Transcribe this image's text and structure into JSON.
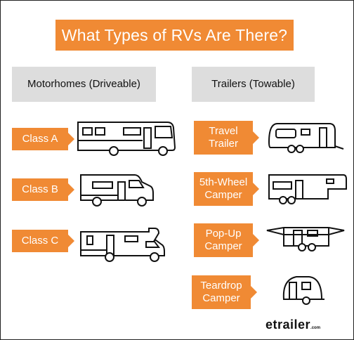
{
  "title": "What Types of RVs Are There?",
  "columns": {
    "left": "Motorhomes (Driveable)",
    "right": "Trailers (Towable)"
  },
  "motorhomes": [
    {
      "label": "Class A",
      "icon": "class-a-motorhome-icon"
    },
    {
      "label": "Class B",
      "icon": "class-b-motorhome-icon"
    },
    {
      "label": "Class C",
      "icon": "class-c-motorhome-icon"
    }
  ],
  "trailers": [
    {
      "label": "Travel\nTrailer",
      "icon": "travel-trailer-icon"
    },
    {
      "label": "5th-Wheel\nCamper",
      "icon": "fifth-wheel-camper-icon"
    },
    {
      "label": "Pop-Up\nCamper",
      "icon": "pop-up-camper-icon"
    },
    {
      "label": "Teardrop\nCamper",
      "icon": "teardrop-camper-icon"
    }
  ],
  "brand": {
    "name": "etrailer",
    "suffix": ".com"
  },
  "colors": {
    "accent": "#f08a34",
    "header_gray": "#dddddd",
    "line": "#111111"
  }
}
